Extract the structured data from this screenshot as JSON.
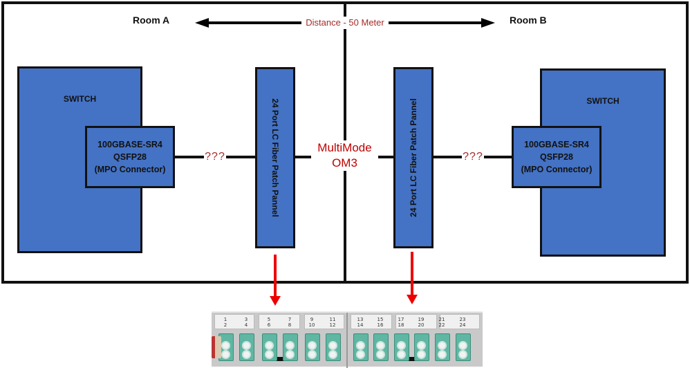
{
  "rooms": {
    "a": {
      "label": "Room A"
    },
    "b": {
      "label": "Room B"
    }
  },
  "distance": {
    "label": "Distance - 50 Meter"
  },
  "left": {
    "switch_label": "SWITCH",
    "transceiver": [
      "100GBASE-SR4",
      "QSFP28",
      "(MPO Connector)"
    ],
    "unknown_cable": "???",
    "panel_label": "24 Port LC Fiber Patch Pannel"
  },
  "right": {
    "switch_label": "SWITCH",
    "transceiver": [
      "100GBASE-SR4",
      "QSFP28",
      "(MPO Connector)"
    ],
    "unknown_cable": "???",
    "panel_label": "24 Port LC Fiber Patch Pannel"
  },
  "link": {
    "line1": "MultiMode",
    "line2": "OM3"
  },
  "photo": {
    "port_labels": [
      [
        "1",
        "2"
      ],
      [
        "3",
        "4"
      ],
      [
        "5",
        "6"
      ],
      [
        "7",
        "8"
      ],
      [
        "9",
        "10"
      ],
      [
        "11",
        "12"
      ],
      [
        "13",
        "14"
      ],
      [
        "15",
        "16"
      ],
      [
        "17",
        "18"
      ],
      [
        "19",
        "20"
      ],
      [
        "21",
        "22"
      ],
      [
        "23",
        "24"
      ]
    ]
  },
  "colors": {
    "switch_fill": "#4472c4",
    "annotation": "#a52a2a",
    "arrow": "#e00000",
    "adapter": "#5fb7a3"
  }
}
